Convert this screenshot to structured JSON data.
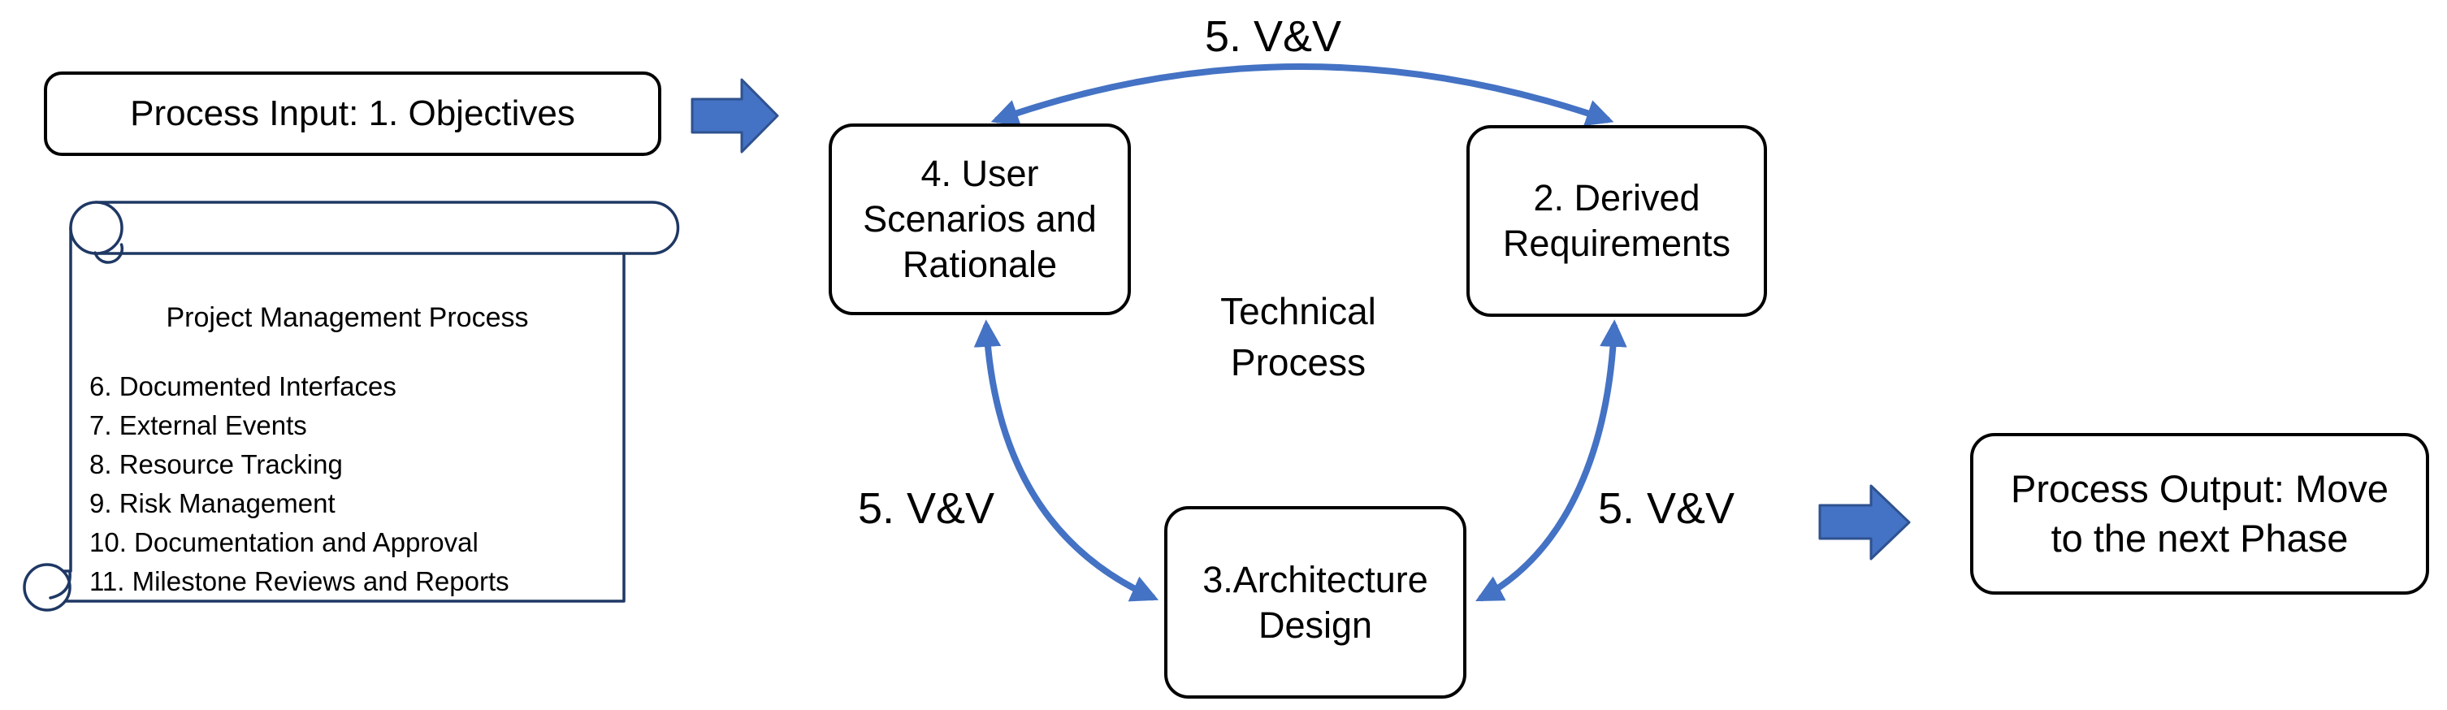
{
  "colors": {
    "accent_blue": "#4472C4",
    "block_arrow_border": "#2F528F",
    "scroll_outline": "#1F3864",
    "box_border": "#000000",
    "text": "#000000",
    "background": "#FFFFFF"
  },
  "input_box": {
    "label": "Process Input: 1. Objectives"
  },
  "scroll": {
    "title": "Project Management Process",
    "items": [
      "6. Documented Interfaces",
      "7. External Events",
      "8. Resource Tracking",
      "9. Risk Management",
      "10. Documentation and Approval",
      "11. Milestone Reviews and Reports"
    ]
  },
  "cycle": {
    "center_label": "Technical\nProcess",
    "nodes": {
      "user_scenarios": "4. User\nScenarios and\nRationale",
      "derived_requirements": "2. Derived\nRequirements",
      "architecture_design": "3.Architecture\nDesign"
    },
    "edge_labels": {
      "top": "5. V&V",
      "left": "5. V&V",
      "right": "5. V&V"
    }
  },
  "output_box": {
    "label": "Process Output: Move\nto the next Phase"
  }
}
